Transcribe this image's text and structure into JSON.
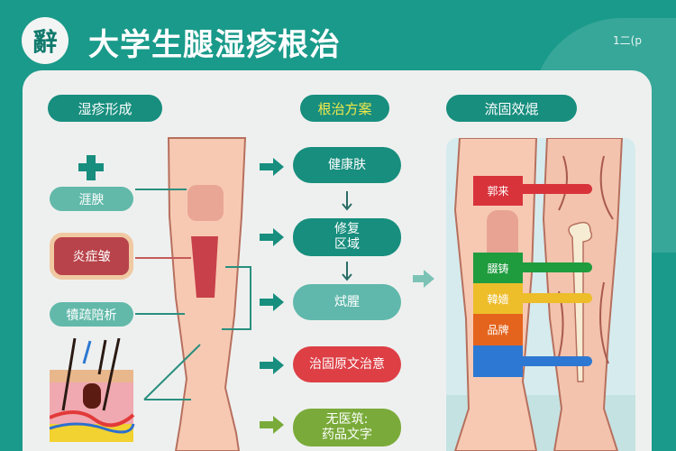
{
  "header": {
    "logo_text": "辭",
    "title": "大学生腿湿疹根治",
    "badge": "1二(p"
  },
  "sections": {
    "formation": "湿疹形成",
    "plan": "根治方案",
    "effect": "流固效焜"
  },
  "left": {
    "labels": [
      "涯腴",
      "炎症皱",
      "犢疏陪析"
    ]
  },
  "steps": [
    {
      "label": "健康肤",
      "color": "#178e7e"
    },
    {
      "label": "修复\n区域",
      "color": "#178e7e"
    },
    {
      "label": "烒腥",
      "color": "#5fb8ab"
    },
    {
      "label": "治固原文治意",
      "color": "#dd3f45"
    },
    {
      "label": "无医筑:\n药品文字",
      "color": "#7aab3a"
    }
  ],
  "legend": [
    {
      "label": "郭来",
      "color": "#d8333b"
    },
    {
      "label": "腏铸",
      "color": "#1f9c3e"
    },
    {
      "label": "韓嬙",
      "color": "#edbd2a"
    },
    {
      "label": "品牌",
      "color": "#e5641d"
    },
    {
      "label": "",
      "color": "#2d78d2"
    }
  ],
  "colors": {
    "brand": "#1a9a8a",
    "accent": "#178e7e"
  }
}
